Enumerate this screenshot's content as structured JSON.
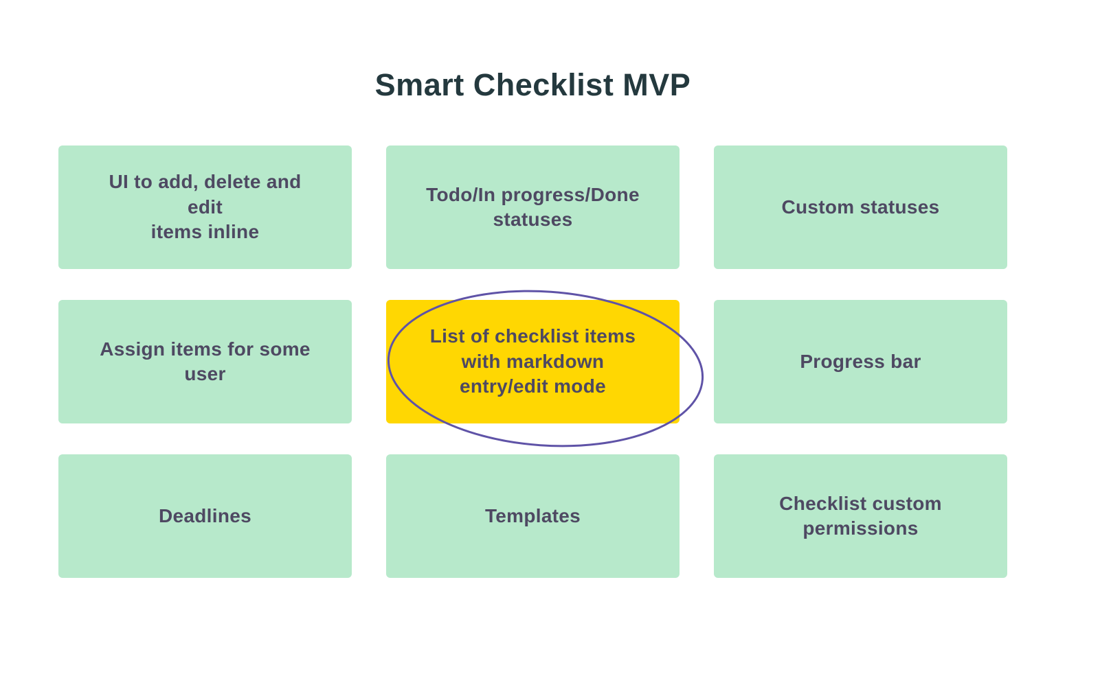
{
  "board": {
    "title": "Smart Checklist MVP"
  },
  "cards": [
    {
      "label": "UI to add, delete and edit\nitems inline",
      "variant": "green"
    },
    {
      "label": "Todo/In progress/Done\nstatuses",
      "variant": "green"
    },
    {
      "label": "Custom statuses",
      "variant": "green"
    },
    {
      "label": "Assign items for some\nuser",
      "variant": "green"
    },
    {
      "label": "List of checklist items\nwith markdown\nentry/edit mode",
      "variant": "yellow",
      "highlighted": true
    },
    {
      "label": "Progress bar",
      "variant": "green"
    },
    {
      "label": "Deadlines",
      "variant": "green"
    },
    {
      "label": "Templates",
      "variant": "green"
    },
    {
      "label": "Checklist custom\npermissions",
      "variant": "green"
    }
  ],
  "annotation": {
    "shape": "hand-drawn ellipse",
    "target": "List of checklist items with markdown entry/edit mode"
  },
  "colors": {
    "background": "#ffffff",
    "card_green": "#b7e9cb",
    "card_border_green": "#3ac78c",
    "card_highlight_yellow": "#ffd702",
    "annotation_purple": "#5f53a7",
    "card_text": "#4e4962",
    "title_text": "#24393e"
  }
}
